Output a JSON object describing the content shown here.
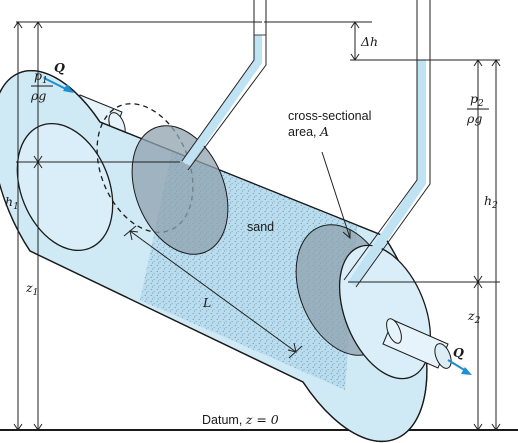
{
  "labels": {
    "p1_num": "p",
    "p1_sub": "1",
    "p1_den": "ρg",
    "p2_num": "p",
    "p2_sub": "2",
    "p2_den": "ρg",
    "q_in": "Q",
    "q_out": "Q",
    "delta_h": "Δh",
    "h1": "h",
    "h1_sub": "1",
    "h2": "h",
    "h2_sub": "2",
    "z1": "z",
    "z1_sub": "1",
    "z2": "z",
    "z2_sub": "2",
    "length": "L",
    "sand": "sand",
    "cross_line1": "cross-sectional",
    "cross_line2_text": "area, ",
    "cross_line2_var": "A",
    "datum_text": "Datum, ",
    "datum_eq": "z = 0"
  },
  "colors": {
    "tube_fill": "#cfe9f5",
    "sand_fill": "#b9ddee",
    "section_fill": "#8fa2ad",
    "water": "#bfe3f3",
    "flow_arrow": "#1b8fd0",
    "outline": "#1a1a1a"
  }
}
